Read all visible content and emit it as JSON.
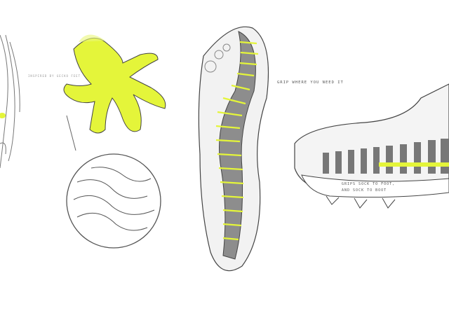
{
  "annotations": {
    "inspiration": "Inspired by gecko feet",
    "grip": "Grip where you need it",
    "sock": [
      "Grips sock to foot,",
      "and sock to boot"
    ]
  },
  "colors": {
    "accent": "#e4f53a",
    "line": "#555555",
    "shade": "#9a9a9a"
  }
}
